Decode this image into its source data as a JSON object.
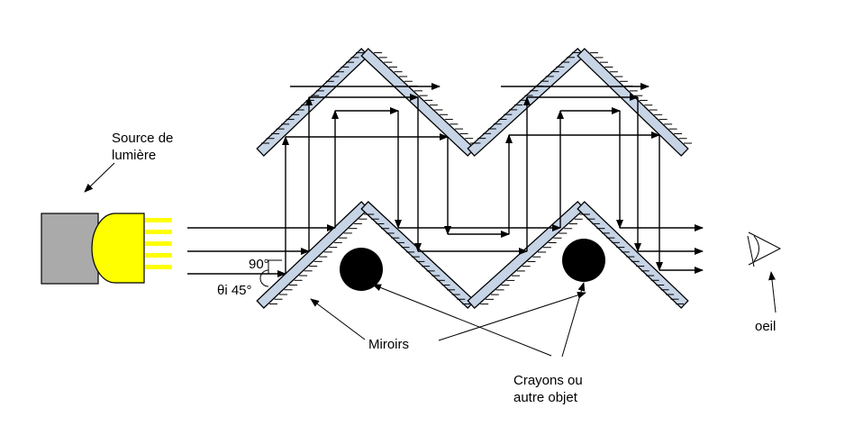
{
  "labels": {
    "source": [
      "Source de",
      "lumière"
    ],
    "angle_right": "90°",
    "angle_incidence": "θi 45°",
    "mirrors": "Miroirs",
    "objects": [
      "Crayons ou",
      "autre objet"
    ],
    "eye": "oeil"
  },
  "colors": {
    "mirror_fill": "#c6d4e6",
    "lamp_bulb": "#ffff00",
    "lamp_base": "#aaaaaa",
    "object": "#000000"
  }
}
